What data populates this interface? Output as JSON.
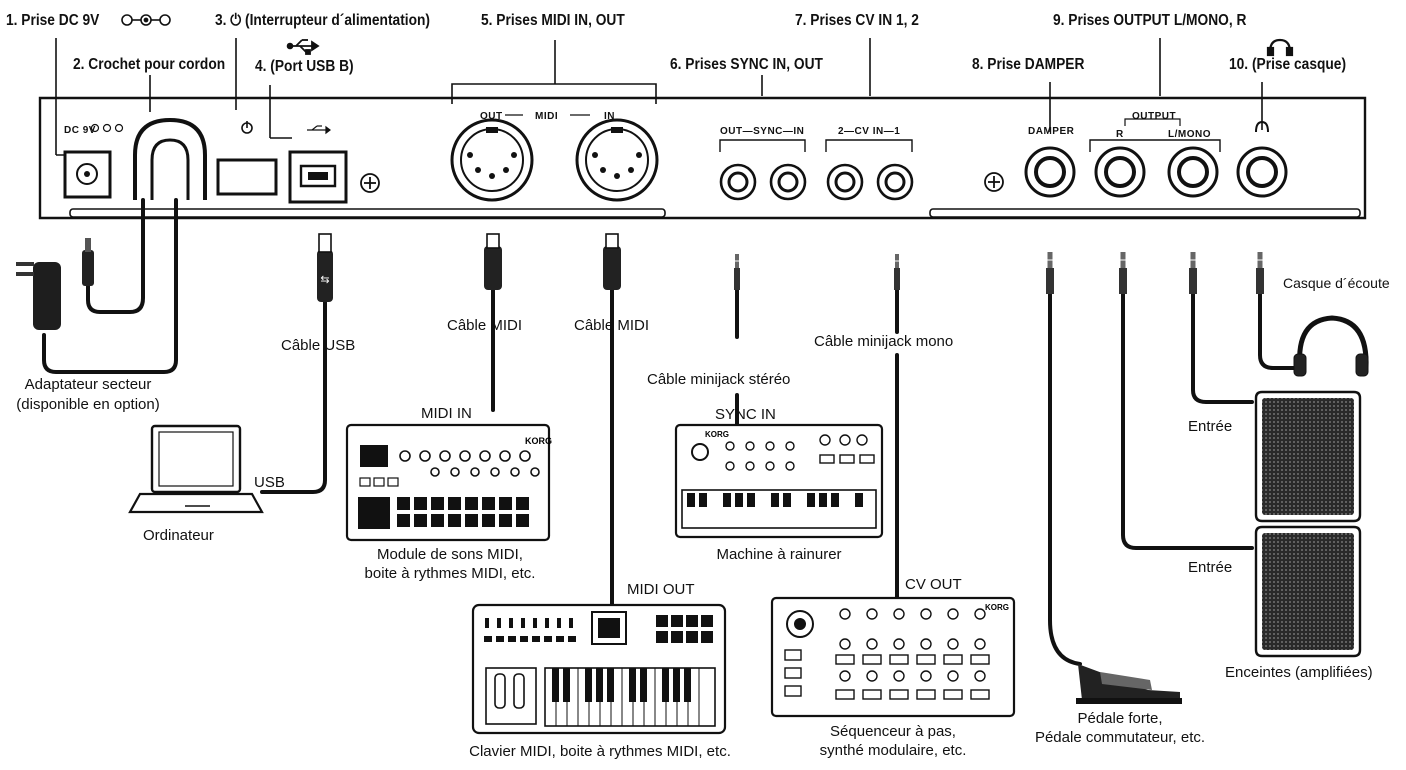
{
  "headings": {
    "h1": "1. Prise DC 9V",
    "h2": "2. Crochet pour cordon",
    "h3": "3. ⏻ (Interrupteur d´alimentation)",
    "h4": "4. (Port USB B)",
    "h5": "5. Prises MIDI IN, OUT",
    "h6": "6. Prises SYNC IN, OUT",
    "h7": "7. Prises CV IN 1, 2",
    "h8": "8. Prise DAMPER",
    "h9": "9. Prises OUTPUT L/MONO, R",
    "h10": "10. (Prise casque)"
  },
  "panel": {
    "dc": "DC 9V",
    "out": "OUT",
    "midi": "MIDI",
    "in": "IN",
    "sync": "OUT—SYNC—IN",
    "cv": "2—CV IN—1",
    "damper": "DAMPER",
    "output": "OUTPUT",
    "r": "R",
    "lmono": "L/MONO"
  },
  "labels": {
    "adapter1": "Adaptateur secteur",
    "adapter2": "(disponible en option)",
    "usb_cable": "Câble USB",
    "usb": "USB",
    "computer": "Ordinateur",
    "midi_cable1": "Câble MIDI",
    "midi_cable2": "Câble MIDI",
    "midi_in": "MIDI IN",
    "module1": "Module de sons MIDI,",
    "module2": "boite à rythmes MIDI, etc.",
    "midi_out": "MIDI OUT",
    "keyboard": "Clavier MIDI, boite à rythmes MIDI, etc.",
    "stereo_cable": "Câble minijack stéréo",
    "sync_in": "SYNC IN",
    "groove": "Machine à rainurer",
    "mono_cable": "Câble minijack mono",
    "cv_out": "CV OUT",
    "seq1": "Séquenceur à pas,",
    "seq2": "synthé modulaire, etc.",
    "pedal1": "Pédale forte,",
    "pedal2": "Pédale commutateur, etc.",
    "headphones": "Casque d´écoute",
    "input1": "Entrée",
    "input2": "Entrée",
    "speakers": "Enceintes (amplifiées)"
  },
  "device_text": {
    "korg": "KORG"
  }
}
